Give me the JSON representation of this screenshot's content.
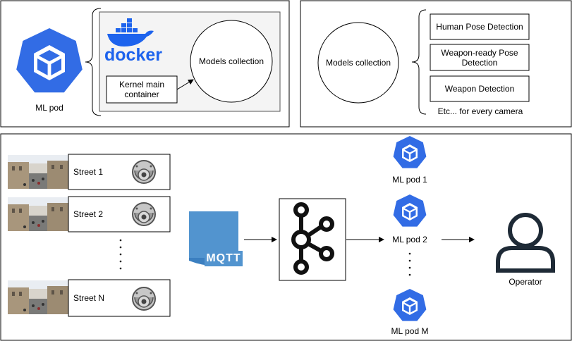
{
  "top_left": {
    "pod_label": "ML pod",
    "docker_logo_text": "docker",
    "kernel_box": "Kernel main container",
    "models_circle": "Models collection"
  },
  "top_right": {
    "models_circle": "Models collection",
    "models": [
      "Human Pose Detection",
      "Weapon-ready Pose Detection",
      "Weapon Detection"
    ],
    "footer": "Etc... for every camera"
  },
  "bottom": {
    "streets": [
      "Street 1",
      "Street 2",
      "Street N"
    ],
    "mqtt_label": "MQTT",
    "pods": [
      "ML pod 1",
      "ML pod 2",
      "ML pod M"
    ],
    "operator": "Operator"
  },
  "colors": {
    "kubernetes_blue": "#326ce5",
    "docker_blue": "#1d63ed",
    "mqtt_blue": "#5294cf",
    "operator_dark": "#1e2a36"
  }
}
